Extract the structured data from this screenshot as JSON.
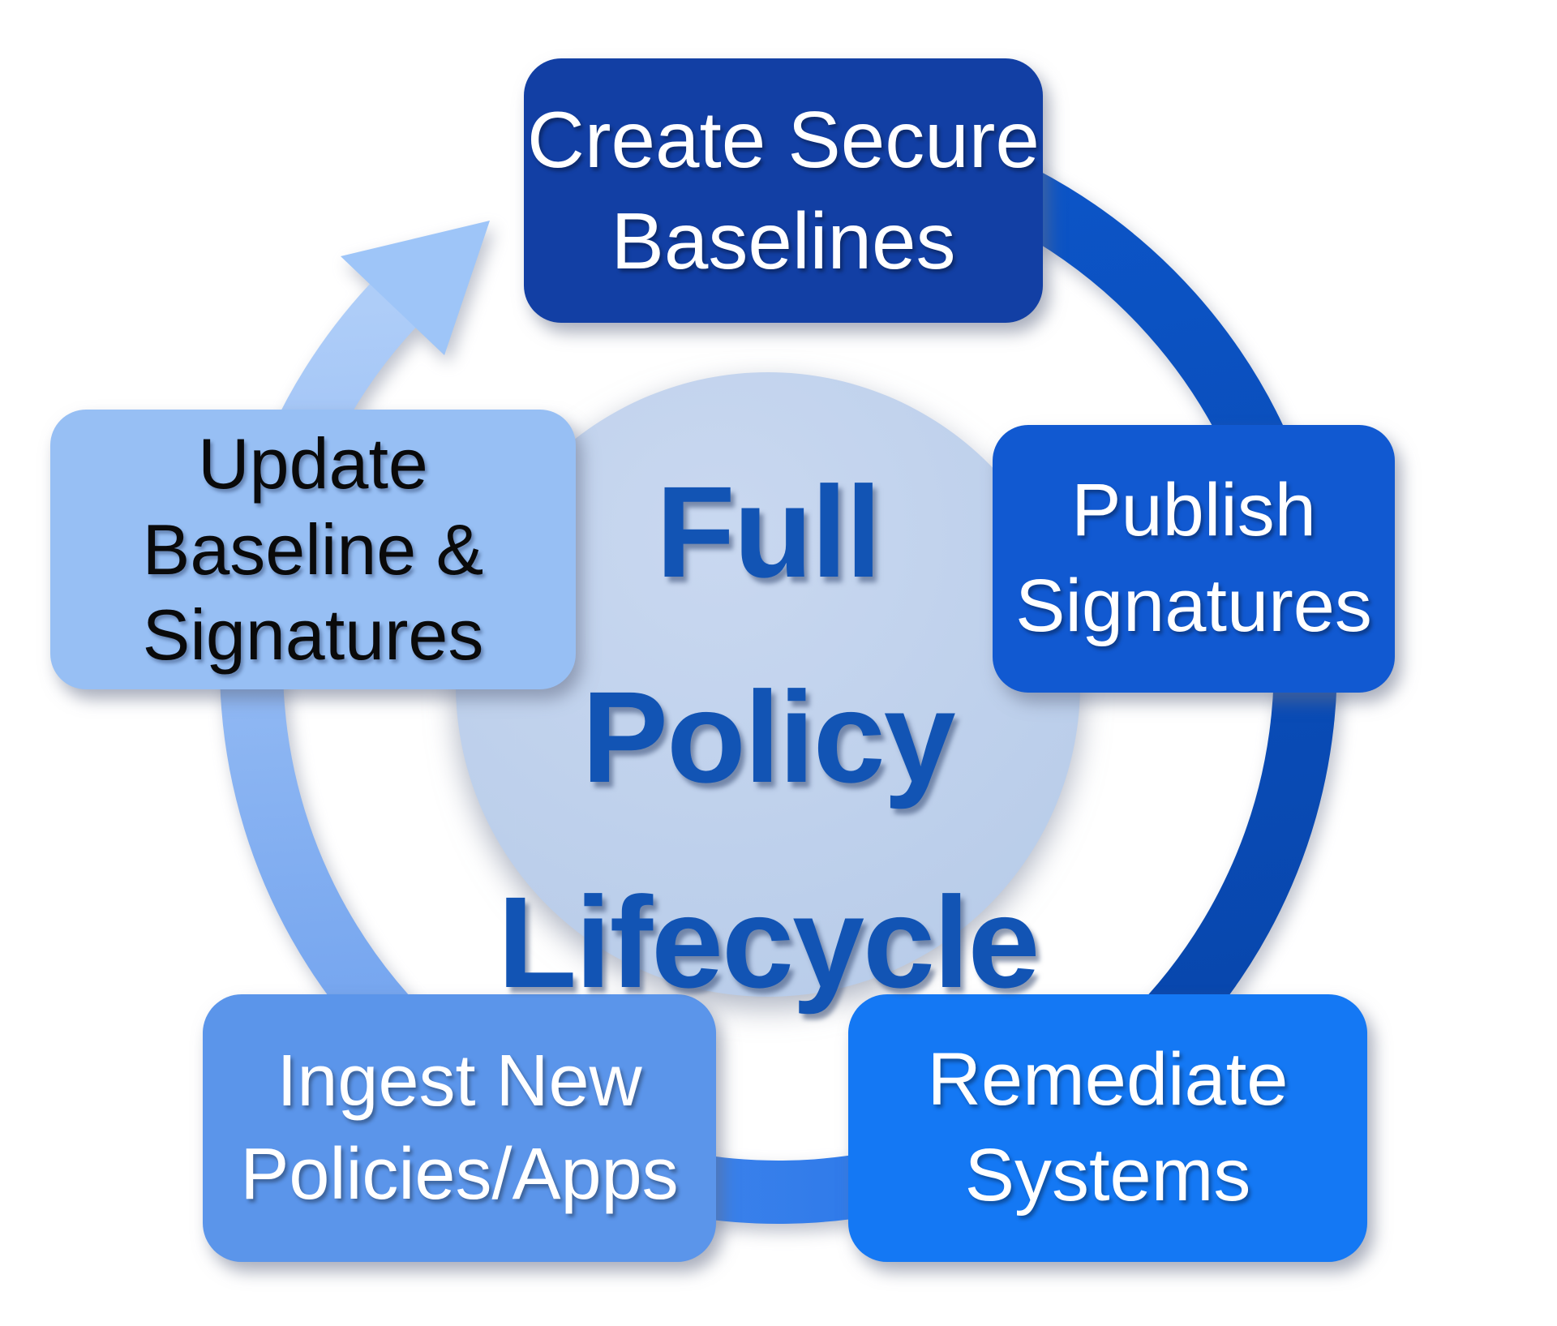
{
  "diagram": {
    "title": {
      "lines": [
        "Full",
        "Policy",
        "Lifecycle"
      ],
      "text_color": "#1254B4"
    },
    "steps": [
      {
        "id": "create-secure-baselines",
        "label_lines": [
          "Create Secure",
          "Baselines"
        ],
        "fill": "#123FA4",
        "text_color": "#FFFFFF",
        "position": "top"
      },
      {
        "id": "publish-signatures",
        "label_lines": [
          "Publish",
          "Signatures"
        ],
        "fill": "#1159D1",
        "text_color": "#FFFFFF",
        "position": "right"
      },
      {
        "id": "remediate-systems",
        "label_lines": [
          "Remediate",
          "Systems"
        ],
        "fill": "#1478F4",
        "text_color": "#FFFFFF",
        "position": "bottom-right"
      },
      {
        "id": "ingest-new-policies-apps",
        "label_lines": [
          "Ingest New",
          "Policies/Apps"
        ],
        "fill": "#5B95EA",
        "text_color": "#FFFFFF",
        "position": "bottom-left"
      },
      {
        "id": "update-baseline-signatures",
        "label_lines": [
          "Update",
          "Baseline &",
          "Signatures"
        ],
        "fill": "#97BFF4",
        "text_color": "#0A0A0A",
        "position": "left"
      }
    ],
    "ring": {
      "flow_direction": "clockwise",
      "gradient_stops": {
        "stop-dark-1": "#0C55C8",
        "stop-dark-2": "#0846AC",
        "stop-bottom-1": "#1B6FE9",
        "stop-bottom-2": "#4E8CEC",
        "stop-left-1": "#6FA1EE",
        "stop-left-2": "#AECDF8",
        "stop-circle-1": "#C9D8F0",
        "stop-circle-2": "#B5CAE8"
      },
      "arrow_fill": "#9EC5F8"
    }
  }
}
